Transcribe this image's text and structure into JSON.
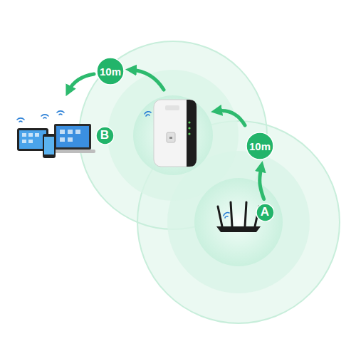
{
  "diagram": {
    "nodes": [
      {
        "text": [
          "10m"
        ]
      },
      {
        "text": [
          "B"
        ]
      },
      {
        "text": [
          "10m"
        ]
      },
      {
        "text": [
          "A"
        ]
      }
    ],
    "edges": [
      {
        "from": 3,
        "to": 2,
        "arrow": "to"
      }
    ]
  }
}
